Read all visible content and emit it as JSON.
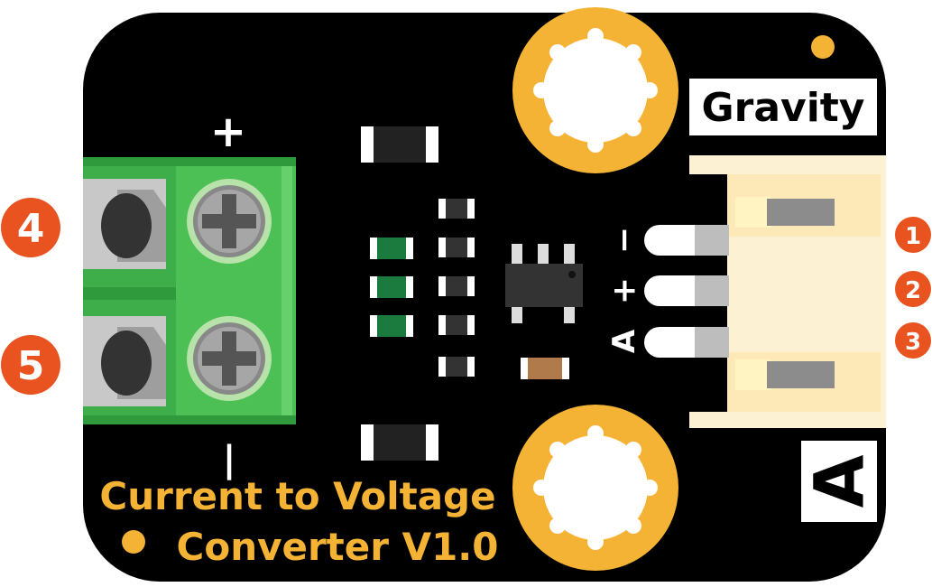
{
  "board": {
    "brand_label": "Gravity",
    "type_label": "A",
    "title_line1": "Current to Voltage",
    "title_line2": "Converter V1.0"
  },
  "terminal": {
    "plus_label": "+",
    "minus_label": "|"
  },
  "pins": {
    "minus_label": "−",
    "plus_label": "+",
    "analog_label": "A"
  },
  "callouts": {
    "c1": "1",
    "c2": "2",
    "c3": "3",
    "c4": "4",
    "c5": "5"
  },
  "colors": {
    "board": "#000000",
    "terminal_green": "#3dae49",
    "gold": "#f5b335",
    "connector": "#fdf1d4",
    "callout_orange": "#e8531f",
    "title_text": "#f5b335"
  }
}
